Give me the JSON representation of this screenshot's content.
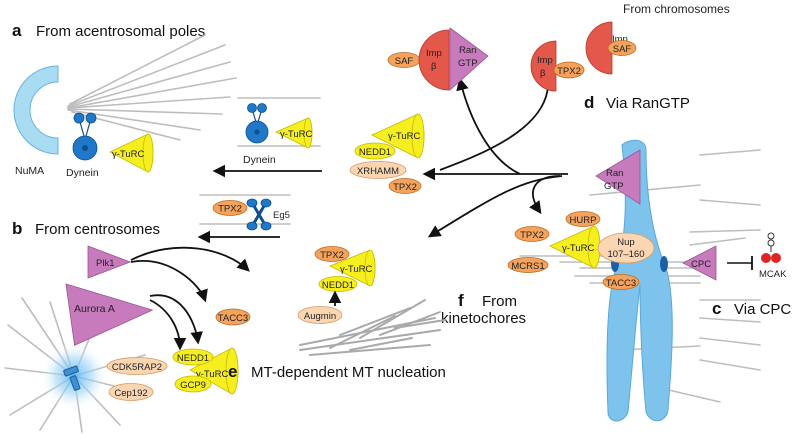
{
  "panels": {
    "a": {
      "letter": "a",
      "title": "From acentrosomal poles"
    },
    "b": {
      "letter": "b",
      "title": "From centrosomes"
    },
    "c": {
      "letter": "c",
      "title": "Via CPC"
    },
    "d": {
      "letter": "d",
      "title": "Via RanGTP"
    },
    "e": {
      "letter": "e",
      "title": "MT-dependent MT nucleation"
    },
    "f": {
      "letter": "f",
      "title_line1": "From",
      "title_line2": "kinetochores"
    },
    "from_chromosomes": "From chromosomes"
  },
  "labels": {
    "numa": "NuMA",
    "dynein": "Dynein",
    "gturc": "γ-TuRC",
    "ran": "Ran",
    "gtp": "GTP",
    "imp": "Imp",
    "beta": "β",
    "saf": "SAF",
    "tpx2": "TPX2",
    "eg5": "Eg5",
    "nedd1": "NEDD1",
    "xrhamm": "XRHAMM",
    "plk1": "Plk1",
    "aurora_a": "Aurora A",
    "cdk5rap2": "CDK5RAP2",
    "cep192": "Cep192",
    "gcp9": "GCP9",
    "tacc3": "TACC3",
    "augmin": "Augmin",
    "hurp": "HURP",
    "mcrs1": "MCRS1",
    "nup_line1": "Nup",
    "nup_line2": "107–160",
    "cpc": "CPC",
    "mcak": "MCAK"
  },
  "colors": {
    "orange": "#f4a35c",
    "light_orange": "#fbd6b3",
    "yellow": "#f6ef1f",
    "purple": "#c77bbd",
    "red": "#e4574b",
    "dark_blue": "#1f78c8",
    "chromosome_blue": "#7ec3ec",
    "numa_blue": "#a9dcf2",
    "microtubule_gray": "#bdbdbd"
  }
}
